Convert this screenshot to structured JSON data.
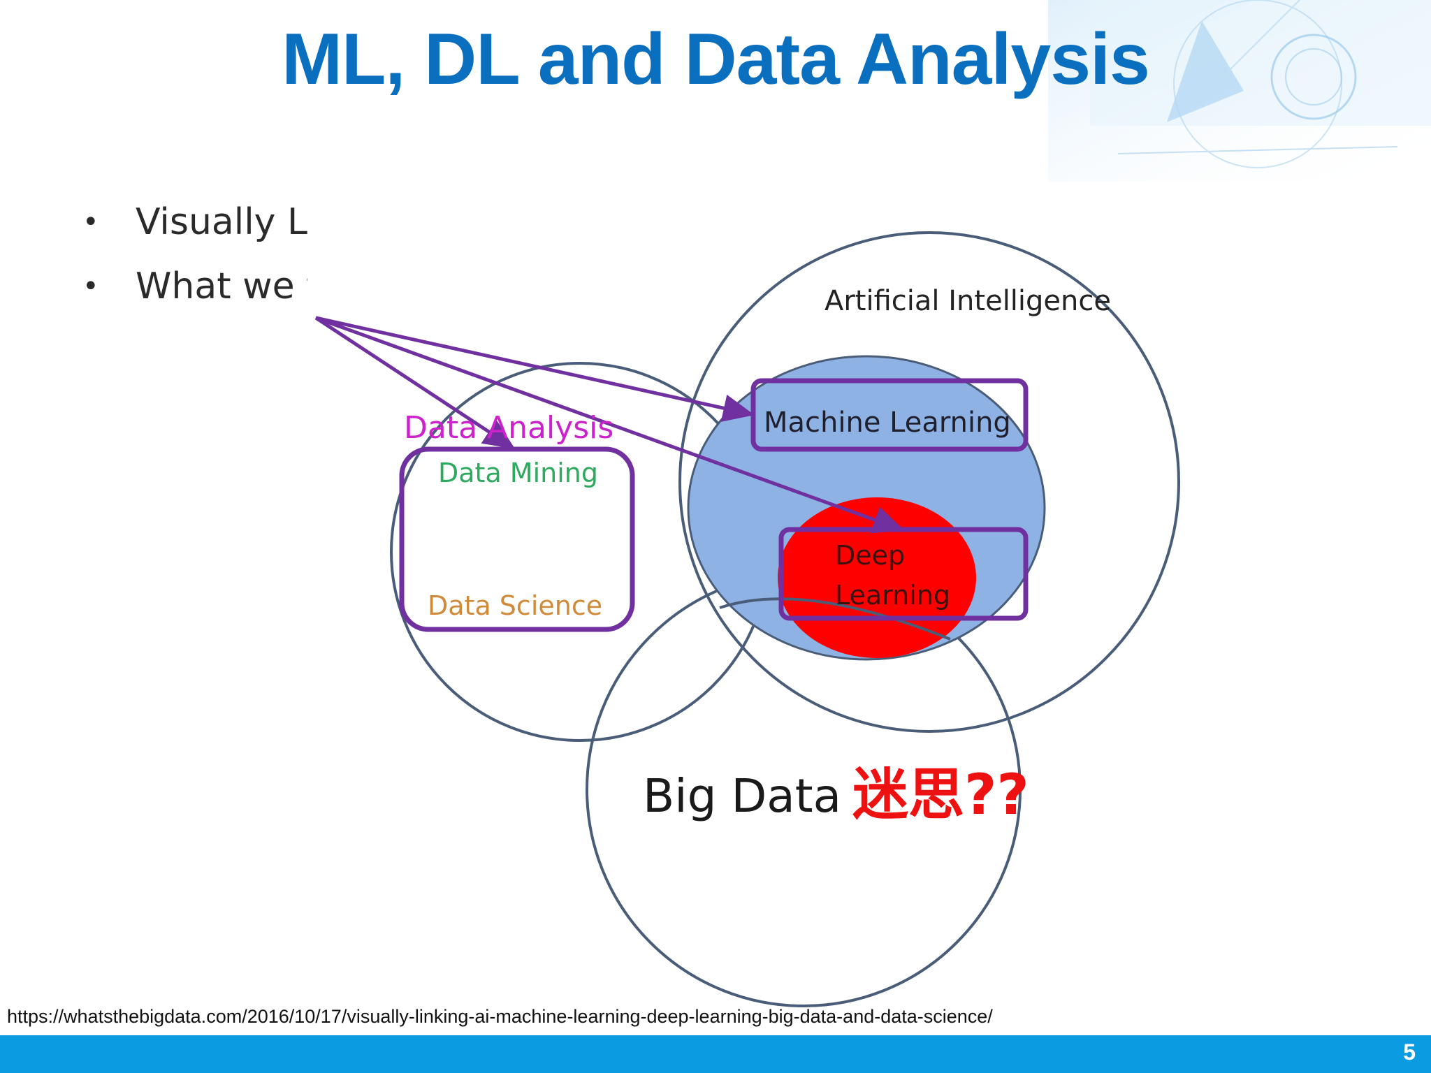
{
  "slide": {
    "title": "ML, DL and Data Analysis",
    "bullets": [
      {
        "text": "Visually Linking"
      },
      {
        "text": "What we focus today"
      }
    ],
    "source_url": "https://whatsthebigdata.com/2016/10/17/visually-linking-ai-machine-learning-deep-learning-big-data-and-data-science/",
    "page_number": "5"
  },
  "diagram": {
    "labels": {
      "artificial_intelligence": "Artificial Intelligence",
      "machine_learning": "Machine Learning",
      "deep_learning_line1": "Deep",
      "deep_learning_line2": "Learning",
      "data_analysis": "Data Analysis",
      "data_mining": "Data Mining",
      "data_science": "Data Science",
      "big_data": "Big Data",
      "myth": "迷思??"
    }
  },
  "colors": {
    "title": "#0b6fc0",
    "footer": "#0a9be0",
    "circle_outline": "#4a5d78",
    "machine_learning_fill": "#8fb2e4",
    "deep_learning_fill": "#ff0000",
    "highlight_box": "#7030a0",
    "data_analysis_text": "#cc22cc",
    "data_mining_text": "#2eaa5e",
    "data_science_text": "#d08a3a",
    "myth_text": "#ee1111"
  }
}
